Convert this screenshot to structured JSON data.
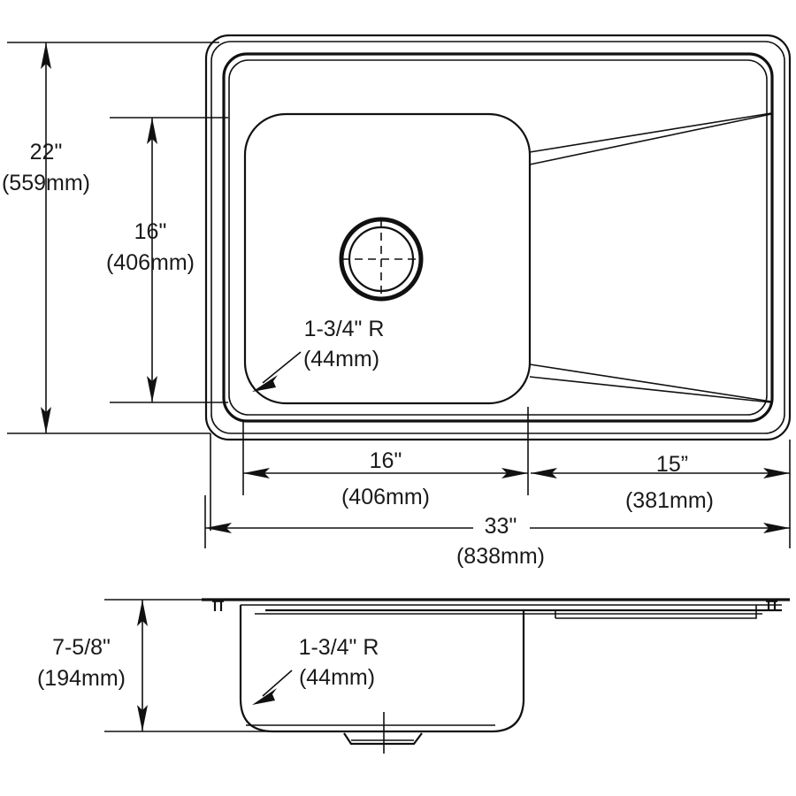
{
  "document": {
    "type": "technical-drawing",
    "subject": "kitchen-sink-with-drainboard",
    "views": [
      "top-view",
      "side-section-view"
    ],
    "line_color": "#111111",
    "background_color": "#ffffff"
  },
  "dimensions": {
    "overall_height": {
      "inches": "22\"",
      "metric": "(559mm)",
      "orientation": "vertical",
      "view": "top-view"
    },
    "bowl_height": {
      "inches": "16\"",
      "metric": "(406mm)",
      "orientation": "vertical",
      "view": "top-view"
    },
    "bowl_width": {
      "inches": "16\"",
      "metric": "(406mm)",
      "orientation": "horizontal",
      "view": "top-view"
    },
    "drainboard_width": {
      "inches": "15”",
      "metric": "(381mm)",
      "orientation": "horizontal",
      "view": "top-view"
    },
    "overall_width": {
      "inches": "33\"",
      "metric": "(838mm)",
      "orientation": "horizontal",
      "view": "top-view"
    },
    "corner_radius_top": {
      "inches": "1-3/4\" R",
      "metric": "(44mm)",
      "view": "top-view"
    },
    "bowl_depth": {
      "inches": "7-5/8\"",
      "metric": "(194mm)",
      "orientation": "vertical",
      "view": "side-section-view"
    },
    "corner_radius_section": {
      "inches": "1-3/4\" R",
      "metric": "(44mm)",
      "view": "side-section-view"
    }
  },
  "features": {
    "drain": "drain-opening-with-crosshair",
    "drainboard_grooves": 2,
    "mounting_clips": 2
  }
}
